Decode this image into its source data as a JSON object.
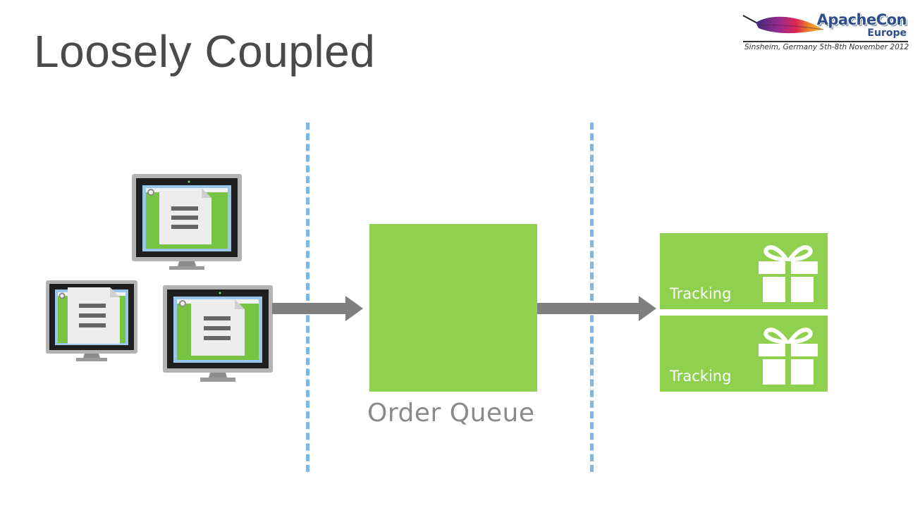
{
  "slide": {
    "title": "Loosely Coupled"
  },
  "logo": {
    "brand": "ApacheCon",
    "region": "Europe",
    "subtitle": "Sinsheim, Germany 5th-8th November 2012"
  },
  "queue": {
    "label": "Order Queue"
  },
  "consumers": [
    {
      "label": "Tracking",
      "icon": "gift-icon"
    },
    {
      "label": "Tracking",
      "icon": "gift-icon"
    }
  ],
  "clients": [
    {
      "icon": "monitor-icon"
    },
    {
      "icon": "monitor-icon"
    },
    {
      "icon": "monitor-icon"
    }
  ],
  "colors": {
    "tile_green": "#8fd14f",
    "divider_blue": "#7cb7e6",
    "arrow_gray": "#7f7f7f",
    "title_gray": "#4a4a4a"
  }
}
